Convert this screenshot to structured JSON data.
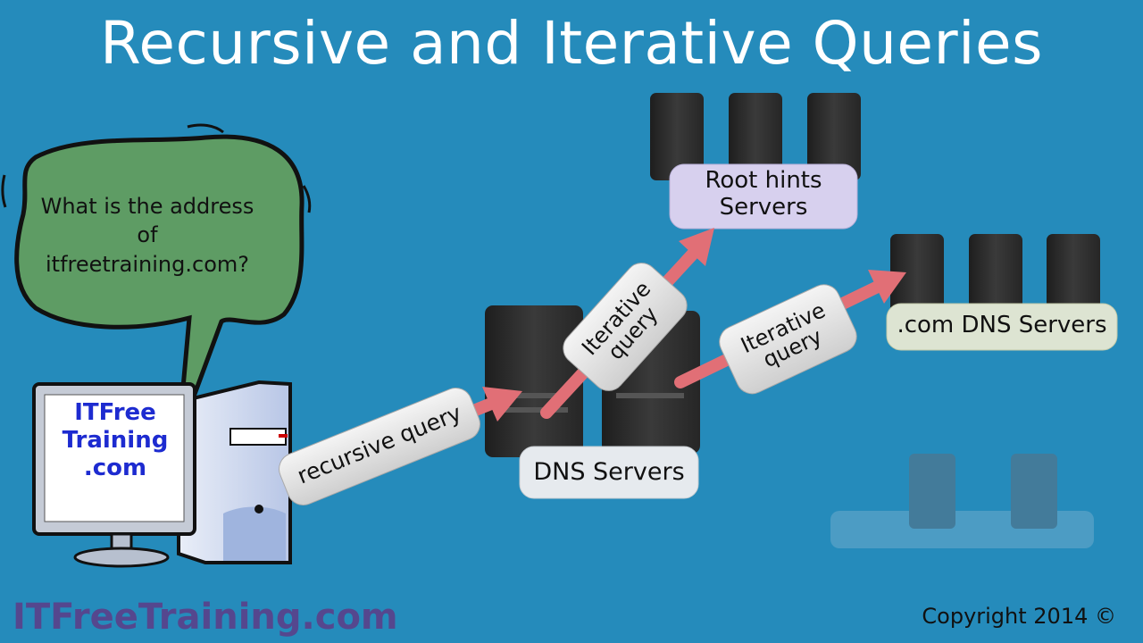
{
  "title": "Recursive and Iterative Queries",
  "bubble": {
    "text": "What is the address of itfreetraining.com?"
  },
  "monitor": {
    "line1": "ITFree",
    "line2": "Training",
    "line3": ".com"
  },
  "labels": {
    "recursive": "recursive query",
    "iterative1_a": "Iterative",
    "iterative1_b": "query",
    "iterative2_a": "Iterative",
    "iterative2_b": "query",
    "dns_servers": "DNS Servers",
    "root_a": "Root hints",
    "root_b": "Servers",
    "com": ".com DNS Servers"
  },
  "footer": {
    "brand": "ITFreeTraining.com",
    "copyright": "Copyright 2014 ©"
  },
  "colors": {
    "background": "#258bbb",
    "bubble": "#5e9c64",
    "arrow": "#e16f76",
    "root_pill": "#d7d0ee",
    "com_pill": "#dde4d2"
  }
}
